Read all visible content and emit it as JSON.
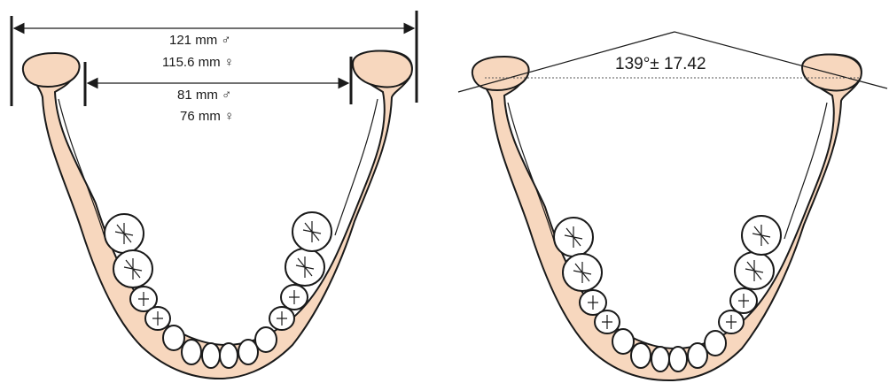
{
  "left_panel": {
    "outer_width": {
      "male": "121 mm ♂",
      "female": "115.6 mm ♀"
    },
    "inner_width": {
      "male": "81 mm ♂",
      "female": "76 mm ♀"
    }
  },
  "right_panel": {
    "angle": "139°± 17.42"
  },
  "colors": {
    "bone": "#f7d7be",
    "outline": "#1a1a1a",
    "tooth": "#ffffff"
  }
}
